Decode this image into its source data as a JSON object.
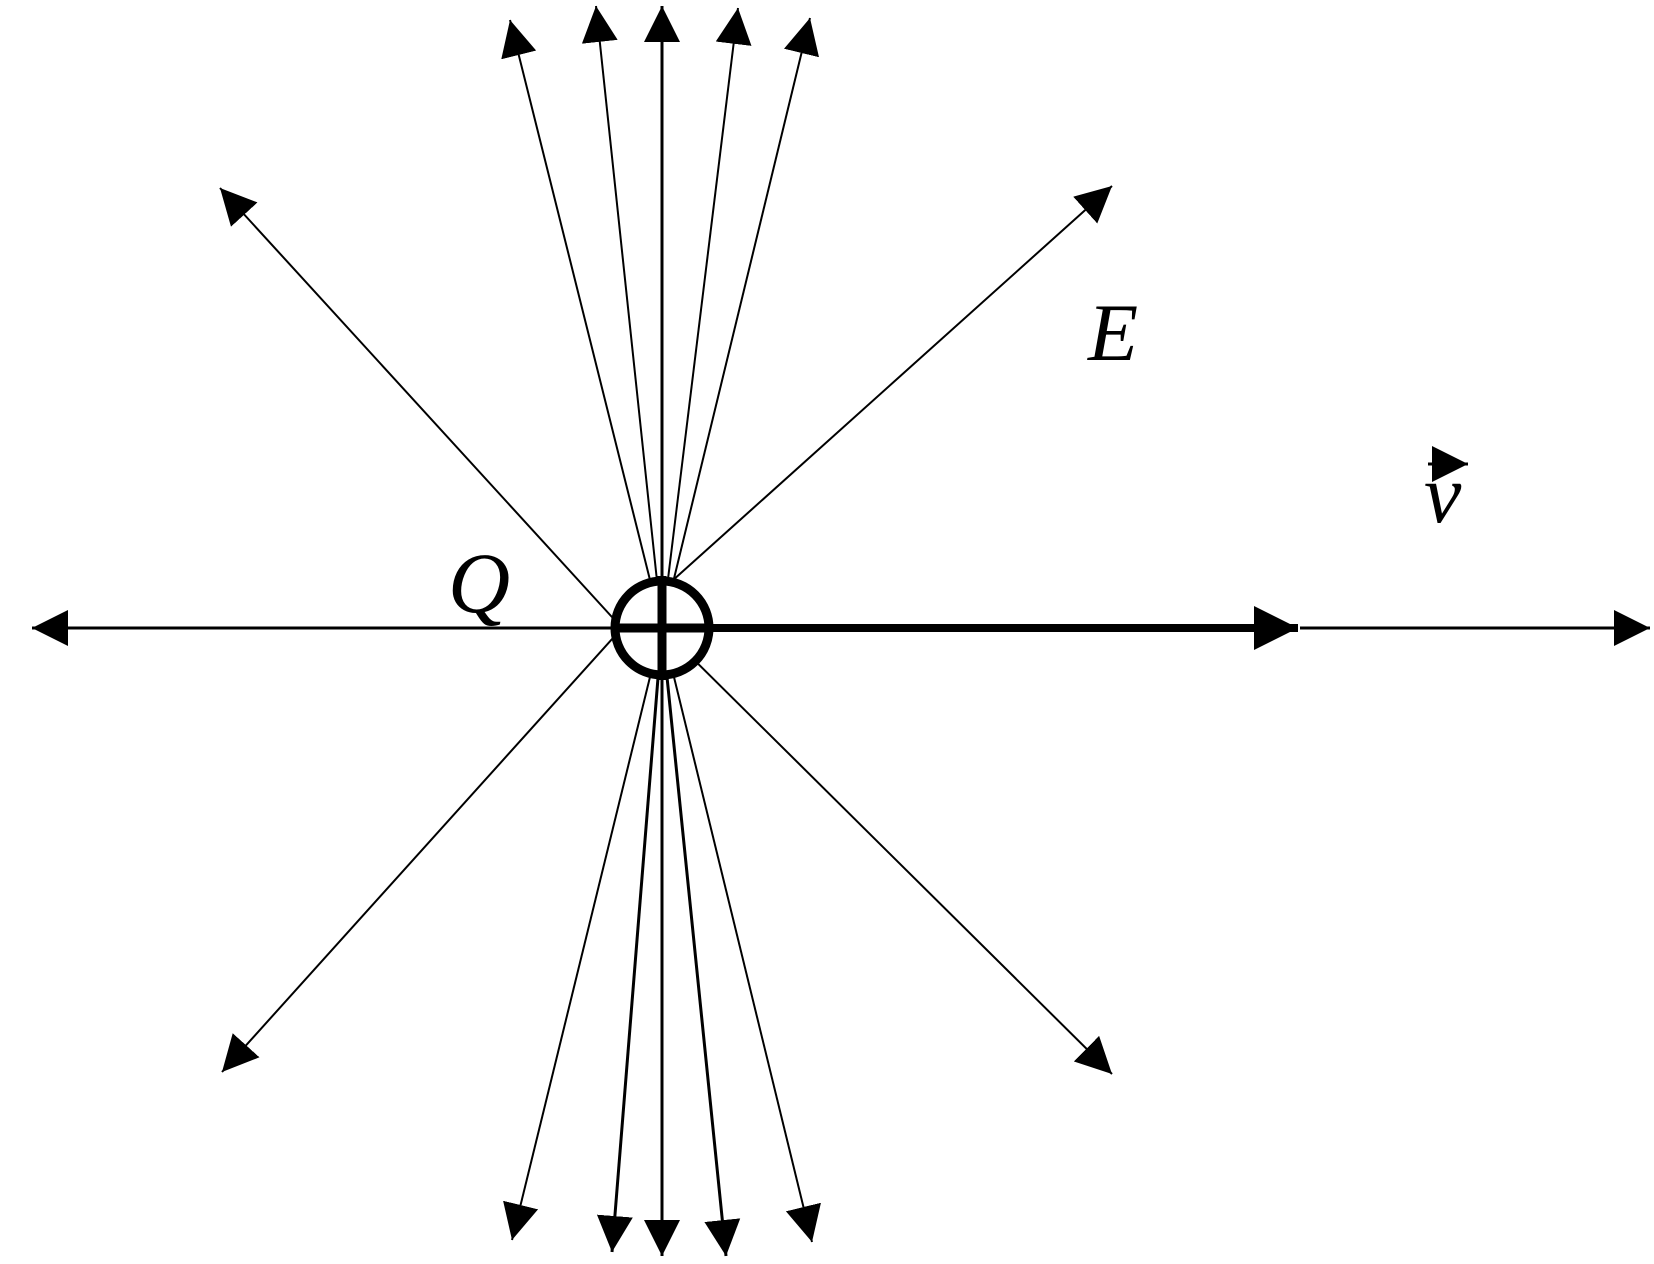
{
  "diagram": {
    "labels": {
      "charge": "Q",
      "field": "E",
      "velocity": "v"
    },
    "colors": {
      "line": "#000000",
      "background": "#ffffff"
    },
    "charge_sign": "positive",
    "charge_symbol": "circle-with-plus",
    "field_line_count": 16,
    "velocity_direction": "right"
  }
}
